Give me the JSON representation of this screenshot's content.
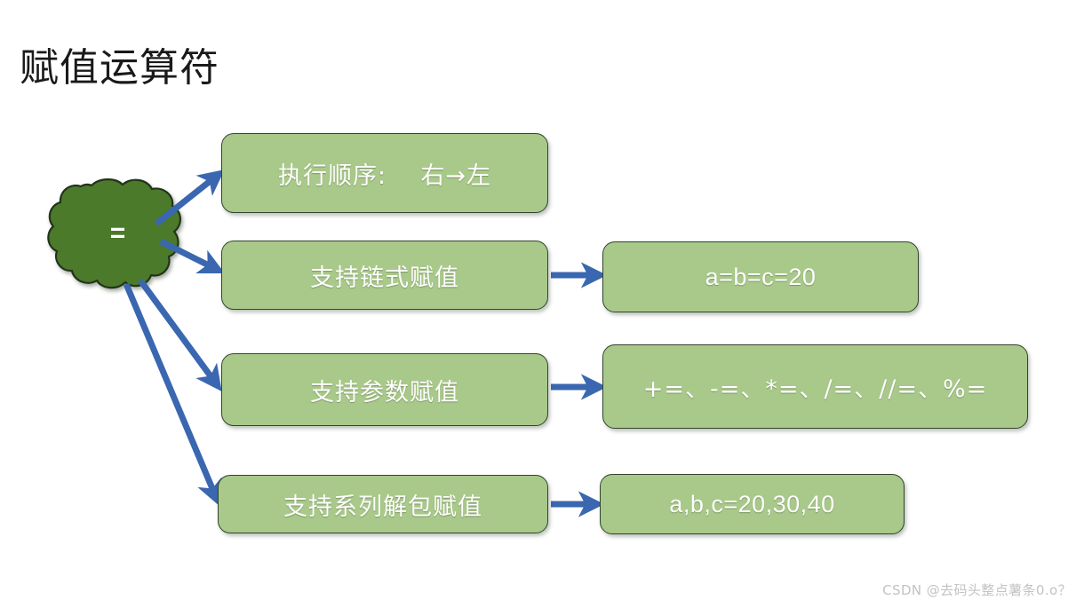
{
  "slide": {
    "title": "赋值运算符",
    "background_color": "#ffffff",
    "watermark": "CSDN @去码头整点薯条0.o？"
  },
  "palette": {
    "box_fill": "#A9C98A",
    "box_border": "#31442d",
    "cloud_fill": "#4C7A2C",
    "cloud_border": "#24331a",
    "arrow_color": "#3A67B0",
    "title_color": "#1a1a1a",
    "label_color": "#ffffff",
    "watermark_color": "#c3c3c3"
  },
  "source_node": {
    "name": "equals-cloud",
    "label": "=",
    "shape": "cloud"
  },
  "branches": [
    {
      "id": "exec-order",
      "label": "执行顺序:    右→左",
      "detail": null
    },
    {
      "id": "chain-assign",
      "label": "支持链式赋值",
      "detail": "a=b=c=20"
    },
    {
      "id": "param-assign",
      "label": "支持参数赋值",
      "detail": "+=、-=、*=、/=、//=、%="
    },
    {
      "id": "unpack-assign",
      "label": "支持系列解包赋值",
      "detail": "a,b,c=20,30,40"
    }
  ]
}
